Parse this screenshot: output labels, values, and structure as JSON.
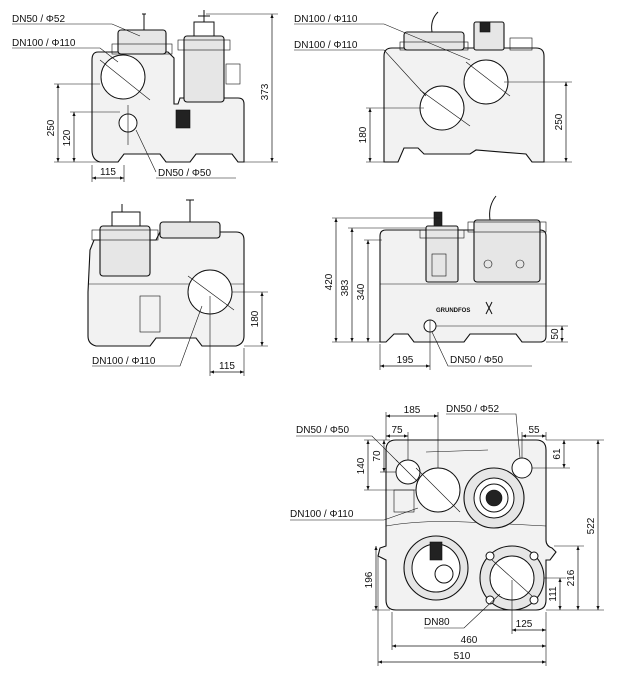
{
  "views": {
    "side_left": {
      "dn50_phi52": "DN50 / Φ52",
      "dn100_phi110": "DN100 / Φ110",
      "dim_250": "250",
      "dim_120": "120",
      "dim_115": "115",
      "dim_373": "373",
      "dn50_phi50": "DN50 / Φ50"
    },
    "back": {
      "dn100_phi110_top": "DN100 / Φ110",
      "dn100_phi110_mid": "DN100 / Φ110",
      "dim_180": "180",
      "dim_250": "250"
    },
    "side_right": {
      "dim_180": "180",
      "dn100_phi110": "DN100 / Φ110",
      "dim_115": "115"
    },
    "front": {
      "dim_420": "420",
      "dim_383": "383",
      "dim_340": "340",
      "dim_50": "50",
      "dim_195": "195",
      "dn50_phi50": "DN50 / Φ50",
      "brand": "GRUNDFOS"
    },
    "top": {
      "dim_185": "185",
      "dn50_phi52": "DN50 / Φ52",
      "dn50_phi50": "DN50 / Φ50",
      "dim_75": "75",
      "dim_55": "55",
      "dim_70": "70",
      "dim_61": "61",
      "dim_140": "140",
      "dn100_phi110": "DN100 / Φ110",
      "dim_522": "522",
      "dim_196": "196",
      "dim_216": "216",
      "dim_111": "111",
      "dn80": "DN80",
      "dim_125": "125",
      "dim_460": "460",
      "dim_510": "510"
    }
  }
}
